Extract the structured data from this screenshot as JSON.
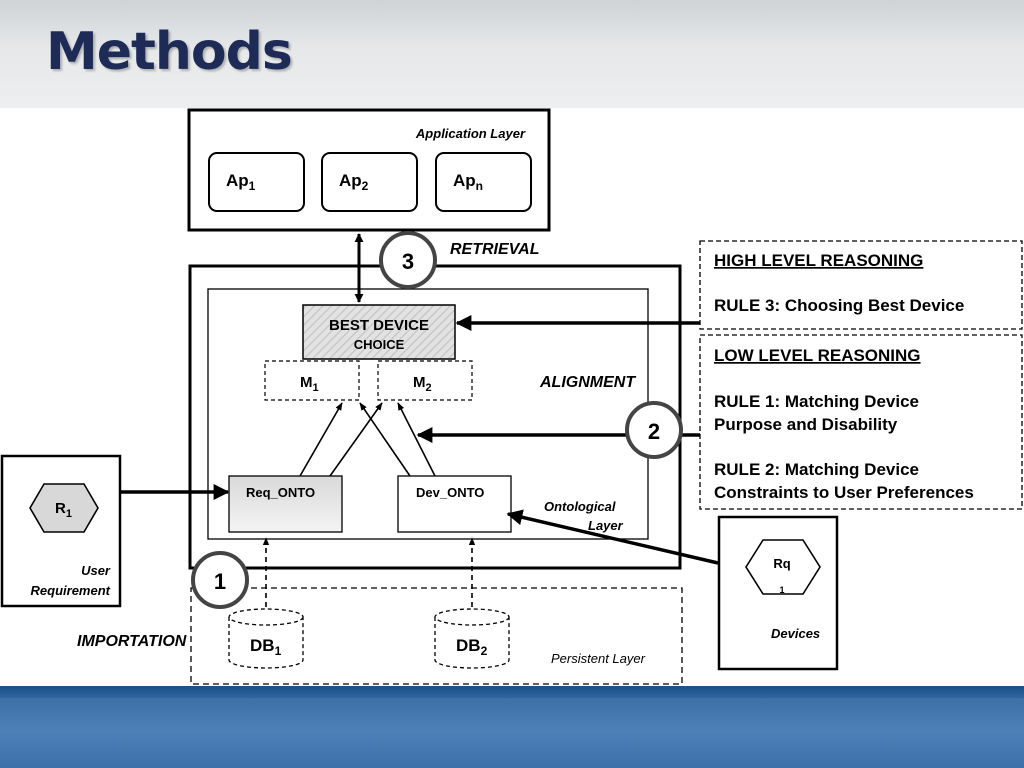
{
  "title": "Methods",
  "layers": {
    "application": "Application Layer",
    "ontological_line1": "Ontological",
    "ontological_line2": "Layer",
    "persistent": "Persistent Layer"
  },
  "apps": [
    {
      "base": "Ap",
      "sub": "1"
    },
    {
      "base": "Ap",
      "sub": "2"
    },
    {
      "base": "Ap",
      "sub": "n"
    }
  ],
  "steps": {
    "retrieval_num": "3",
    "retrieval_label": "RETRIEVAL",
    "alignment_num": "2",
    "alignment_label": "ALIGNMENT",
    "importation_num": "1",
    "importation_label": "IMPORTATION"
  },
  "best_device": {
    "line1": "BEST DEVICE",
    "line2": "CHOICE"
  },
  "mappings": [
    {
      "base": "M",
      "sub": "1"
    },
    {
      "base": "M",
      "sub": "2"
    }
  ],
  "ontologies": {
    "req": "Req_ONTO",
    "dev": "Dev_ONTO"
  },
  "databases": [
    {
      "base": "DB",
      "sub": "1"
    },
    {
      "base": "DB",
      "sub": "2"
    }
  ],
  "user_requirement": {
    "node_base": "R",
    "node_sub": "1",
    "label_line1": "User",
    "label_line2": "Requirement"
  },
  "devices": {
    "node_line1": "Rq",
    "node_line2": "1",
    "label": "Devices"
  },
  "high_level": {
    "heading": "HIGH LEVEL REASONING",
    "rule3": "RULE 3: Choosing Best Device"
  },
  "low_level": {
    "heading": "LOW LEVEL REASONING",
    "rule1_line1": "RULE 1: Matching Device",
    "rule1_line2": "Purpose and Disability",
    "rule2_line1": "RULE 2: Matching Device",
    "rule2_line2": "Constraints to User Preferences"
  }
}
